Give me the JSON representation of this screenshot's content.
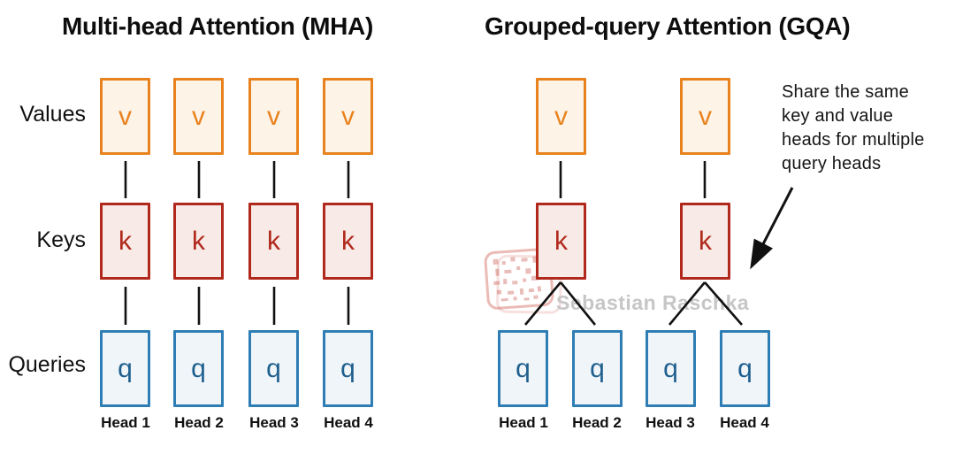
{
  "mha": {
    "title": "Multi-head Attention (MHA)",
    "rows": {
      "values": "Values",
      "keys": "Keys",
      "queries": "Queries"
    },
    "num_value_heads": 4,
    "num_key_heads": 4,
    "num_query_heads": 4,
    "heads": [
      "Head 1",
      "Head 2",
      "Head 3",
      "Head 4"
    ]
  },
  "gqa": {
    "title": "Grouped-query Attention (GQA)",
    "num_value_heads": 2,
    "num_key_heads": 2,
    "num_query_heads": 4,
    "heads": [
      "Head 1",
      "Head 2",
      "Head 3",
      "Head 4"
    ],
    "annotation_lines": [
      "Share the same",
      "key and value",
      "heads for multiple",
      "query heads"
    ]
  },
  "letters": {
    "value": "v",
    "key": "k",
    "query": "q"
  },
  "watermark": {
    "text": "Sebastian Raschka"
  },
  "colors": {
    "value_border": "#E8821E",
    "value_fill": "#FDF3E7",
    "key_border": "#B0291C",
    "key_fill": "#F8EAE7",
    "query_border": "#2E7EB5",
    "query_fill": "#F0F5F9",
    "query_letter": "#1E5F8E",
    "connector_line": "#111111",
    "watermark_text": "#C6C6C6",
    "title_text": "#0D0D0D"
  }
}
